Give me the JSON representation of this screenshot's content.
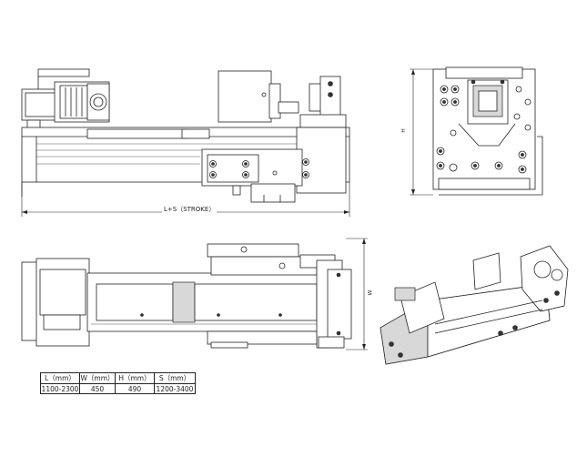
{
  "labels": {
    "stroke_dimension": "L+S（STROKE）",
    "height_dimension": "H",
    "width_dimension": "W"
  },
  "spec_table": {
    "headers": [
      "L（mm）",
      "W（mm）",
      "H（mm）",
      "S（mm）"
    ],
    "values": [
      "1100-2300",
      "450",
      "490",
      "1200-3400"
    ]
  }
}
